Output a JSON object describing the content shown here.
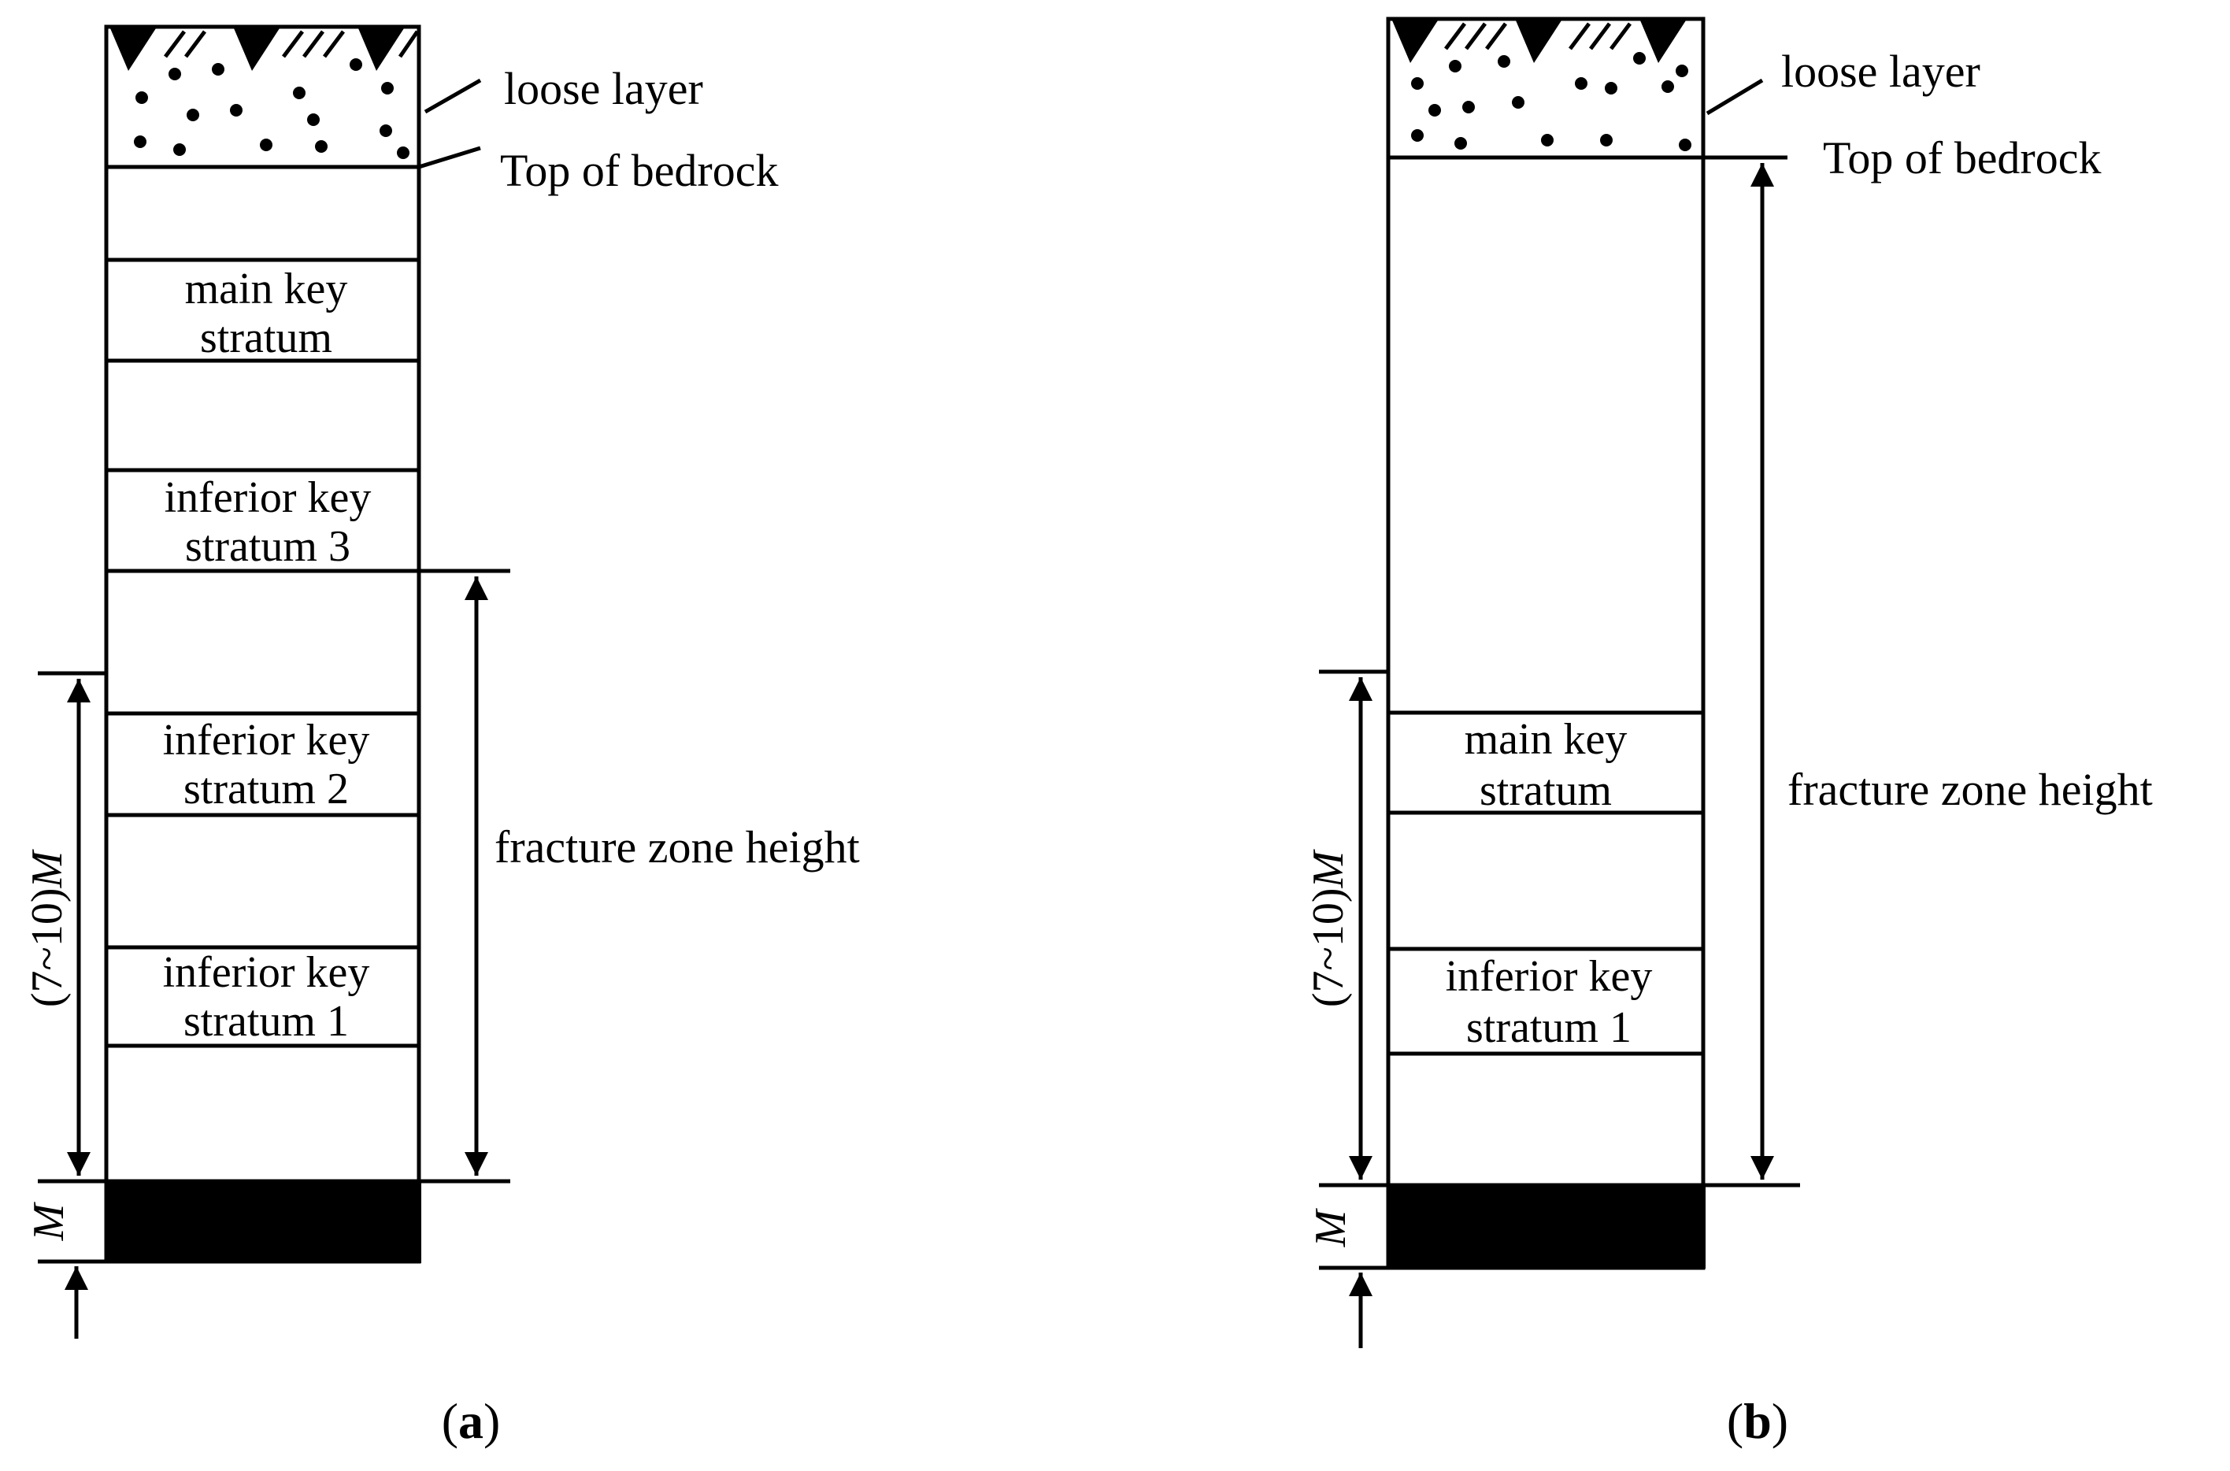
{
  "panel_a": {
    "caption_open": "(",
    "caption_letter": "a",
    "caption_close": ")",
    "loose_layer": "loose layer",
    "top_of_bedrock": "Top of bedrock",
    "main_key_1": "main key",
    "main_key_2": "stratum",
    "ikey3_1": "inferior key",
    "ikey3_2": "stratum 3",
    "ikey2_1": "inferior key",
    "ikey2_2": "stratum 2",
    "ikey1_1": "inferior key",
    "ikey1_2": "stratum 1",
    "fracture_zone": "fracture zone height",
    "range_label_prefix": "(7~10)",
    "range_label_var": "M",
    "seam_label": "M"
  },
  "panel_b": {
    "caption_open": "(",
    "caption_letter": "b",
    "caption_close": ")",
    "loose_layer": "loose layer",
    "top_of_bedrock": "Top of bedrock",
    "main_key_1": "main key",
    "main_key_2": "stratum",
    "ikey1_1": "inferior key",
    "ikey1_2": "stratum 1",
    "fracture_zone": "fracture zone height",
    "range_label_prefix": "(7~10)",
    "range_label_var": "M",
    "seam_label": "M"
  },
  "colors": {
    "ink": "#000000",
    "background": "#ffffff"
  }
}
